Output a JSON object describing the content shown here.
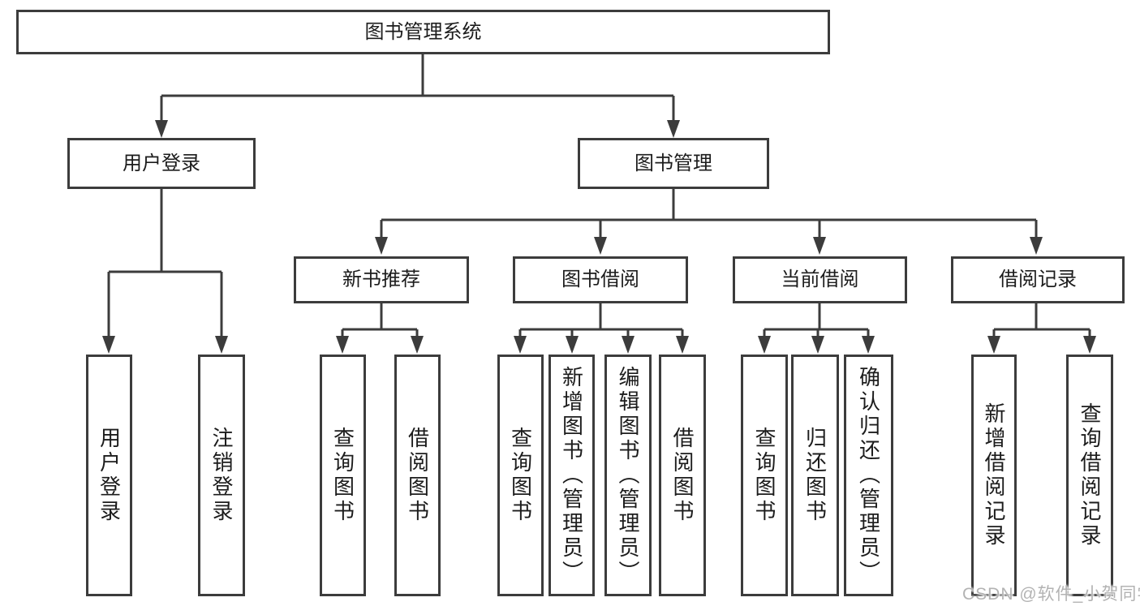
{
  "tree": {
    "root": "图书管理系统",
    "branches": [
      {
        "label": "用户登录",
        "leaves": [
          "用户登录",
          "注销登录"
        ]
      },
      {
        "label": "图书管理",
        "groups": [
          {
            "label": "新书推荐",
            "leaves": [
              "查询图书",
              "借阅图书"
            ]
          },
          {
            "label": "图书借阅",
            "leaves": [
              "查询图书",
              "新增图书（管理员）",
              "编辑图书（管理员）",
              "借阅图书"
            ]
          },
          {
            "label": "当前借阅",
            "leaves": [
              "查询图书",
              "归还图书",
              "确认归还（管理员）"
            ]
          },
          {
            "label": "借阅记录",
            "leaves": [
              "新增借阅记录",
              "查询借阅记录"
            ]
          }
        ]
      }
    ]
  },
  "colors": {
    "line": "#3c3c3c",
    "box_border": "#3c3c3c",
    "text": "#1c1c1c",
    "watermark": "#b3b3b3"
  },
  "watermark": "CSDN @软件_小贺同学"
}
